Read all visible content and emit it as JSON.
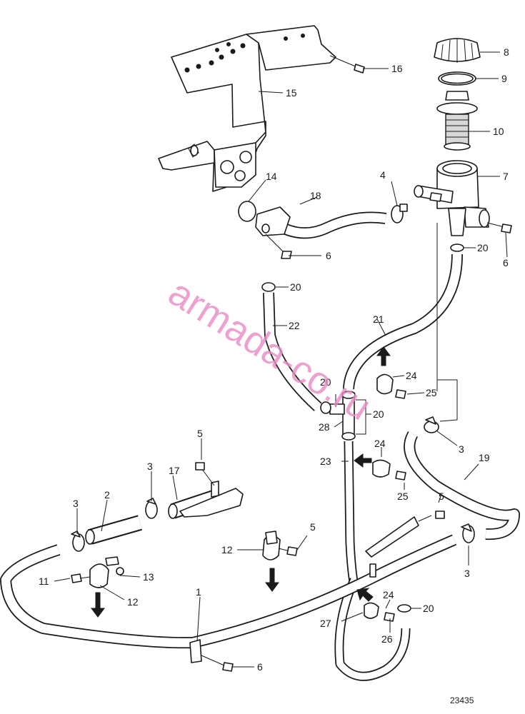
{
  "watermark": "armada-co.ru",
  "document_number": "23435",
  "callouts": {
    "c1": "1",
    "c2": "2",
    "c3a": "3",
    "c3b": "3",
    "c3c": "3",
    "c3d": "3",
    "c4": "4",
    "c5a": "5",
    "c5b": "5",
    "c5c": "5",
    "c6a": "6",
    "c6b": "6",
    "c6c": "6",
    "c7": "7",
    "c8": "8",
    "c9": "9",
    "c10": "10",
    "c11": "11",
    "c12a": "12",
    "c12b": "12",
    "c13": "13",
    "c14": "14",
    "c15": "15",
    "c16": "16",
    "c17": "17",
    "c18": "18",
    "c19": "19",
    "c20a": "20",
    "c20b": "20",
    "c20c": "20",
    "c20d": "20",
    "c20e": "20",
    "c21": "21",
    "c22": "22",
    "c23": "23",
    "c24a": "24",
    "c24b": "24",
    "c24c": "24",
    "c25a": "25",
    "c25b": "25",
    "c26": "26",
    "c27": "27",
    "c28": "28"
  },
  "colors": {
    "line": "#1a1a1a",
    "watermark": "#e98ac4",
    "background": "#ffffff"
  }
}
